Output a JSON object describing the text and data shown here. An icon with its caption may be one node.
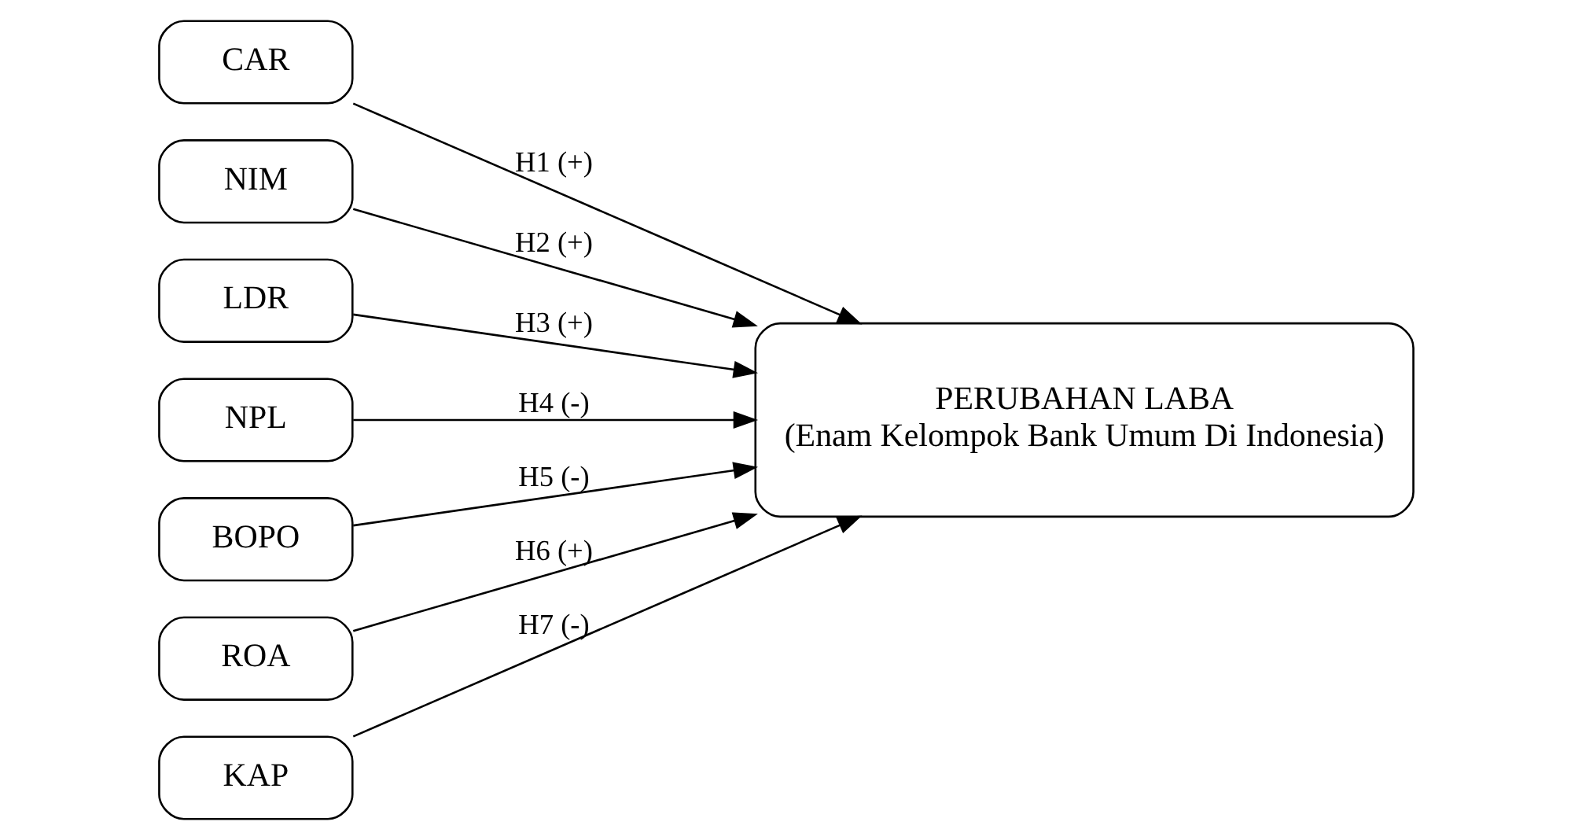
{
  "diagram": {
    "nodes": [
      {
        "text": [
          "CAR"
        ]
      },
      {
        "text": [
          "NIM"
        ]
      },
      {
        "text": [
          "LDR"
        ]
      },
      {
        "text": [
          "NPL"
        ]
      },
      {
        "text": [
          "BOPO"
        ]
      },
      {
        "text": [
          "ROA"
        ]
      },
      {
        "text": [
          "KAP"
        ]
      },
      {
        "text": [
          "PERUBAHAN LABA",
          "(Enam Kelompok Bank Umum Di Indonesia)"
        ]
      }
    ],
    "edges": [
      {
        "from": 0,
        "to": 7,
        "arrow": "to",
        "label": "H1 (+)"
      },
      {
        "from": 1,
        "to": 7,
        "arrow": "to",
        "label": "H2 (+)"
      },
      {
        "from": 2,
        "to": 7,
        "arrow": "to",
        "label": "H3 (+)"
      },
      {
        "from": 3,
        "to": 7,
        "arrow": "to",
        "label": "H4 (-)"
      },
      {
        "from": 4,
        "to": 7,
        "arrow": "to",
        "label": "H5 (-)"
      },
      {
        "from": 5,
        "to": 7,
        "arrow": "to",
        "label": "H6 (+)"
      },
      {
        "from": 6,
        "to": 7,
        "arrow": "to",
        "label": "H7 (-)"
      }
    ]
  }
}
